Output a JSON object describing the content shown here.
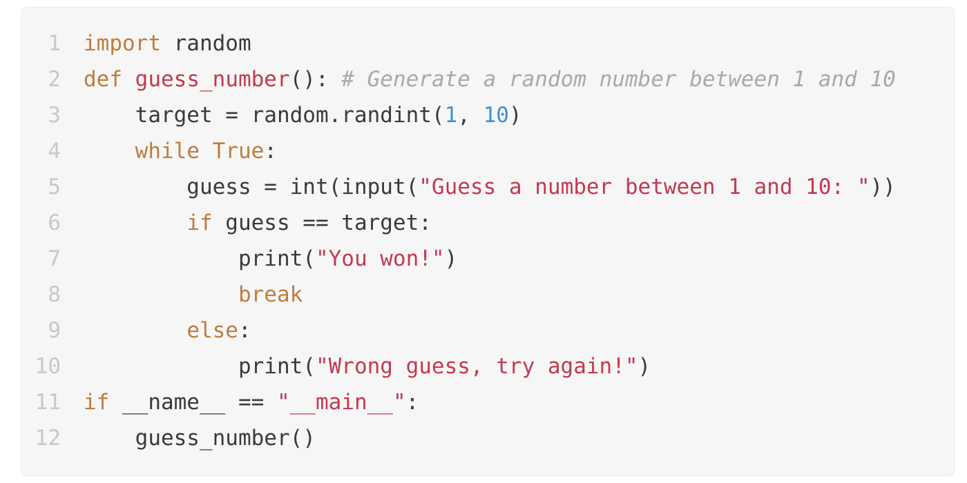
{
  "colors": {
    "page_bg": "#ffffff",
    "block_bg": "#f6f6f6",
    "block_border": "#ebebeb",
    "line_number": "#c8c8c8",
    "plain": "#3a3a3a",
    "keyword": "#bd7d3d",
    "function": "#c23a50",
    "string": "#c23a50",
    "number": "#3e91d0",
    "comment": "#a9a9a9"
  },
  "code_block": {
    "language": "python",
    "lines": [
      {
        "number": "1",
        "tokens": [
          {
            "type": "keyword",
            "text": "import"
          },
          {
            "type": "plain",
            "text": " random"
          }
        ]
      },
      {
        "number": "2",
        "tokens": [
          {
            "type": "keyword",
            "text": "def"
          },
          {
            "type": "plain",
            "text": " "
          },
          {
            "type": "function",
            "text": "guess_number"
          },
          {
            "type": "plain",
            "text": "(): "
          },
          {
            "type": "comment",
            "text": "# Generate a random number between 1 and 10"
          }
        ]
      },
      {
        "number": "3",
        "tokens": [
          {
            "type": "plain",
            "text": "    target = random.randint("
          },
          {
            "type": "number",
            "text": "1"
          },
          {
            "type": "plain",
            "text": ", "
          },
          {
            "type": "number",
            "text": "10"
          },
          {
            "type": "plain",
            "text": ")"
          }
        ]
      },
      {
        "number": "4",
        "tokens": [
          {
            "type": "plain",
            "text": "    "
          },
          {
            "type": "keyword",
            "text": "while"
          },
          {
            "type": "plain",
            "text": " "
          },
          {
            "type": "keyword",
            "text": "True"
          },
          {
            "type": "plain",
            "text": ":"
          }
        ]
      },
      {
        "number": "5",
        "tokens": [
          {
            "type": "plain",
            "text": "        guess = int(input("
          },
          {
            "type": "string",
            "text": "\"Guess a number between 1 and 10: \""
          },
          {
            "type": "plain",
            "text": "))"
          }
        ]
      },
      {
        "number": "6",
        "tokens": [
          {
            "type": "plain",
            "text": "        "
          },
          {
            "type": "keyword",
            "text": "if"
          },
          {
            "type": "plain",
            "text": " guess == target:"
          }
        ]
      },
      {
        "number": "7",
        "tokens": [
          {
            "type": "plain",
            "text": "            print("
          },
          {
            "type": "string",
            "text": "\"You won!\""
          },
          {
            "type": "plain",
            "text": ")"
          }
        ]
      },
      {
        "number": "8",
        "tokens": [
          {
            "type": "plain",
            "text": "            "
          },
          {
            "type": "keyword",
            "text": "break"
          }
        ]
      },
      {
        "number": "9",
        "tokens": [
          {
            "type": "plain",
            "text": "        "
          },
          {
            "type": "keyword",
            "text": "else"
          },
          {
            "type": "plain",
            "text": ":"
          }
        ]
      },
      {
        "number": "10",
        "tokens": [
          {
            "type": "plain",
            "text": "            print("
          },
          {
            "type": "string",
            "text": "\"Wrong guess, try again!\""
          },
          {
            "type": "plain",
            "text": ")"
          }
        ]
      },
      {
        "number": "11",
        "tokens": [
          {
            "type": "keyword",
            "text": "if"
          },
          {
            "type": "plain",
            "text": " __name__ == "
          },
          {
            "type": "string",
            "text": "\"__main__\""
          },
          {
            "type": "plain",
            "text": ":"
          }
        ]
      },
      {
        "number": "12",
        "tokens": [
          {
            "type": "plain",
            "text": "    guess_number()"
          }
        ]
      }
    ]
  }
}
